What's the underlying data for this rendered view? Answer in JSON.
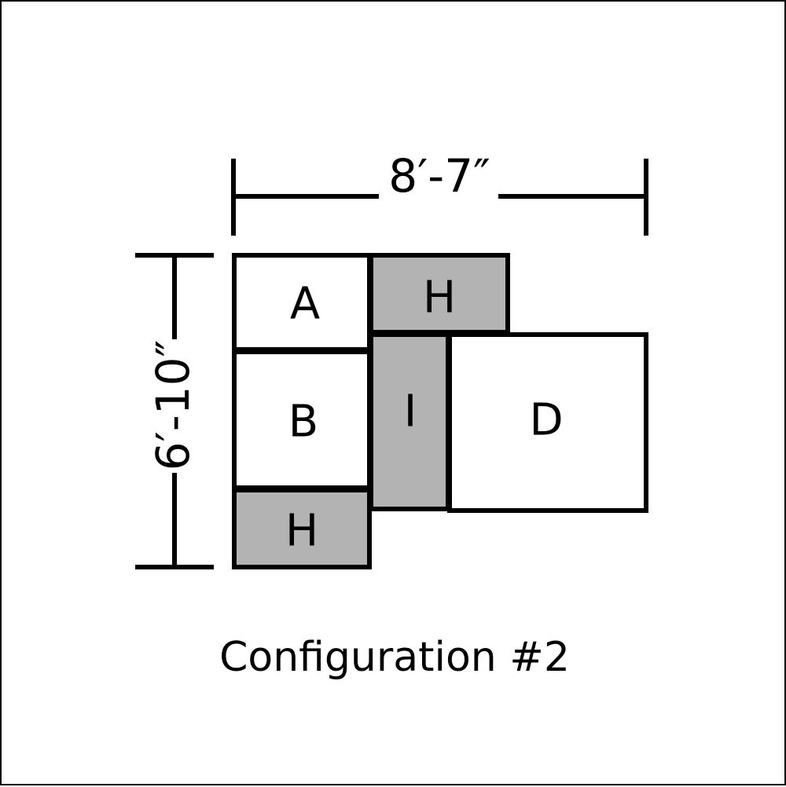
{
  "diagram": {
    "caption": "Configuration #2",
    "width_dimension": "8′-7″",
    "height_dimension": "6′-10″",
    "pieces": {
      "a": "A",
      "b": "B",
      "d": "D",
      "h_top": "H",
      "h_bottom": "H",
      "i": "I"
    },
    "colors": {
      "stroke": "#000000",
      "piece_fill": "#ffffff",
      "shaded_fill": "#b3b3b3"
    }
  }
}
